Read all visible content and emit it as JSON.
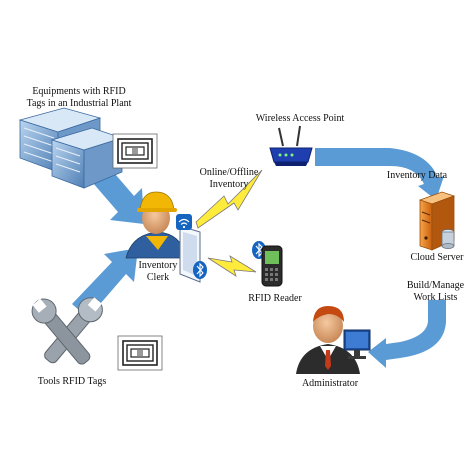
{
  "labels": {
    "equipments": "Equipments with RFID\nTags in an Industrial Plant",
    "wireless_ap": "Wireless Access Point",
    "online_offline": "Online/Offline\nInventory",
    "inventory_data": "Inventory Data",
    "inventory_clerk": "Inventory\nClerk",
    "cloud_server": "Cloud Server",
    "build_manage": "Build/Manage\nWork Lists",
    "rfid_reader": "RFID Reader",
    "tools_tags": "Tools RFID Tags",
    "administrator": "Administrator"
  },
  "colors": {
    "arrow": "#5b9bd5",
    "lightning": "#ffeb3b",
    "server_orange": "#e07b1a",
    "helmet": "#f2b705",
    "bluetooth": "#1565c0"
  },
  "icons": {
    "servers": "server-rack-icon",
    "rfid_tag": "rfid-tag-icon",
    "router": "wireless-router-icon",
    "worker": "worker-helmet-icon",
    "reader": "rfid-reader-icon",
    "cloud": "cloud-server-icon",
    "tools": "wrench-tools-icon",
    "admin": "administrator-icon"
  }
}
